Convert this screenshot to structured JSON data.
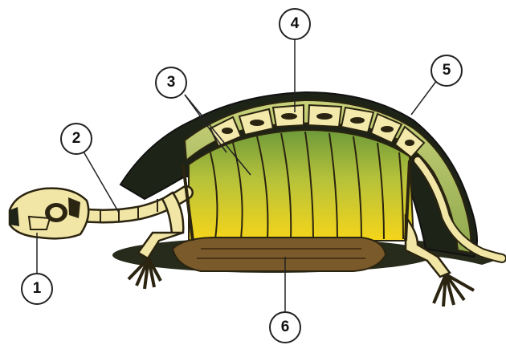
{
  "diagram": {
    "subject": "turtle-skeleton-cross-section",
    "colors": {
      "shell_dark": "#1f2418",
      "shell_green": "#8aa84a",
      "rib_yellow_top": "#7fa23c",
      "rib_yellow_bottom": "#f2d21c",
      "bone": "#f1e6a6",
      "bone_outline": "#2b2410",
      "plastron": "#7a5a2a",
      "ground": "#2a2e1e"
    },
    "labels": [
      {
        "id": "1",
        "text": "1"
      },
      {
        "id": "2",
        "text": "2"
      },
      {
        "id": "3",
        "text": "3"
      },
      {
        "id": "4",
        "text": "4"
      },
      {
        "id": "5",
        "text": "5"
      },
      {
        "id": "6",
        "text": "6"
      }
    ]
  }
}
